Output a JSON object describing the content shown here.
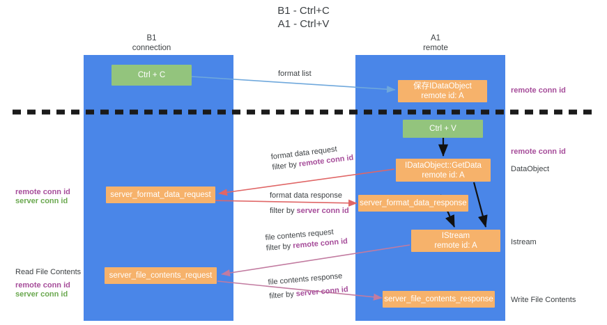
{
  "title": {
    "line1": "B1 - Ctrl+C",
    "line2": "A1 - Ctrl+V"
  },
  "columns": [
    {
      "name": "B1",
      "role": "connection"
    },
    {
      "name": "A1",
      "role": "remote"
    }
  ],
  "colors": {
    "lane": "#4a86e8",
    "green_box": "#93c47d",
    "orange_box": "#f6b26b",
    "text_dark": "#3c4043",
    "accent_purple": "#a64d9a",
    "accent_green": "#6aa84f",
    "arrow_blue": "#6fa8dc",
    "arrow_red": "#e06666",
    "arrow_magenta": "#c27ba0",
    "arrow_black": "#000000"
  },
  "boxes": {
    "ctrl_c": "Ctrl + C",
    "ctrl_v": "Ctrl + V",
    "save_idataobject_l1": "保存IDataObject",
    "save_idataobject_l2": "remote id: A",
    "getdata_l1": "IDataObject::GetData",
    "getdata_l2": "remote id: A",
    "istream_l1": "IStream",
    "istream_l2": "remote id: A",
    "server_format_data_request": "server_format_data_request",
    "server_format_data_response": "server_format_data_response",
    "server_file_contents_request": "server_file_contents_request",
    "server_file_contents_response": "server_file_contents_response"
  },
  "edges": {
    "format_list": "format list",
    "format_data_request": "format data request",
    "format_data_request_filter_prefix": "filter by ",
    "format_data_request_filter_key": "remote conn id",
    "format_data_response": "format data response",
    "format_data_response_filter_prefix": "filter by ",
    "format_data_response_filter_key": "server conn id",
    "file_contents_request": "file contents request",
    "file_contents_request_filter_prefix": "filter by ",
    "file_contents_request_filter_key": "remote conn id",
    "file_contents_response": "file contents response",
    "file_contents_response_filter_prefix": "filter by ",
    "file_contents_response_filter_key": "server conn id"
  },
  "side_labels": {
    "right_remote_conn_id_top": "remote conn id",
    "right_remote_conn_id_mid": "remote conn id",
    "right_dataobject": "DataObject",
    "right_istream": "Istream",
    "right_write_file_contents": "Write File Contents",
    "left_remote_conn_id_mid": "remote conn id",
    "left_server_conn_id_mid": "server conn id",
    "left_read_file_contents": "Read File Contents",
    "left_remote_conn_id_bottom": "remote conn id",
    "left_server_conn_id_bottom": "server conn id"
  }
}
